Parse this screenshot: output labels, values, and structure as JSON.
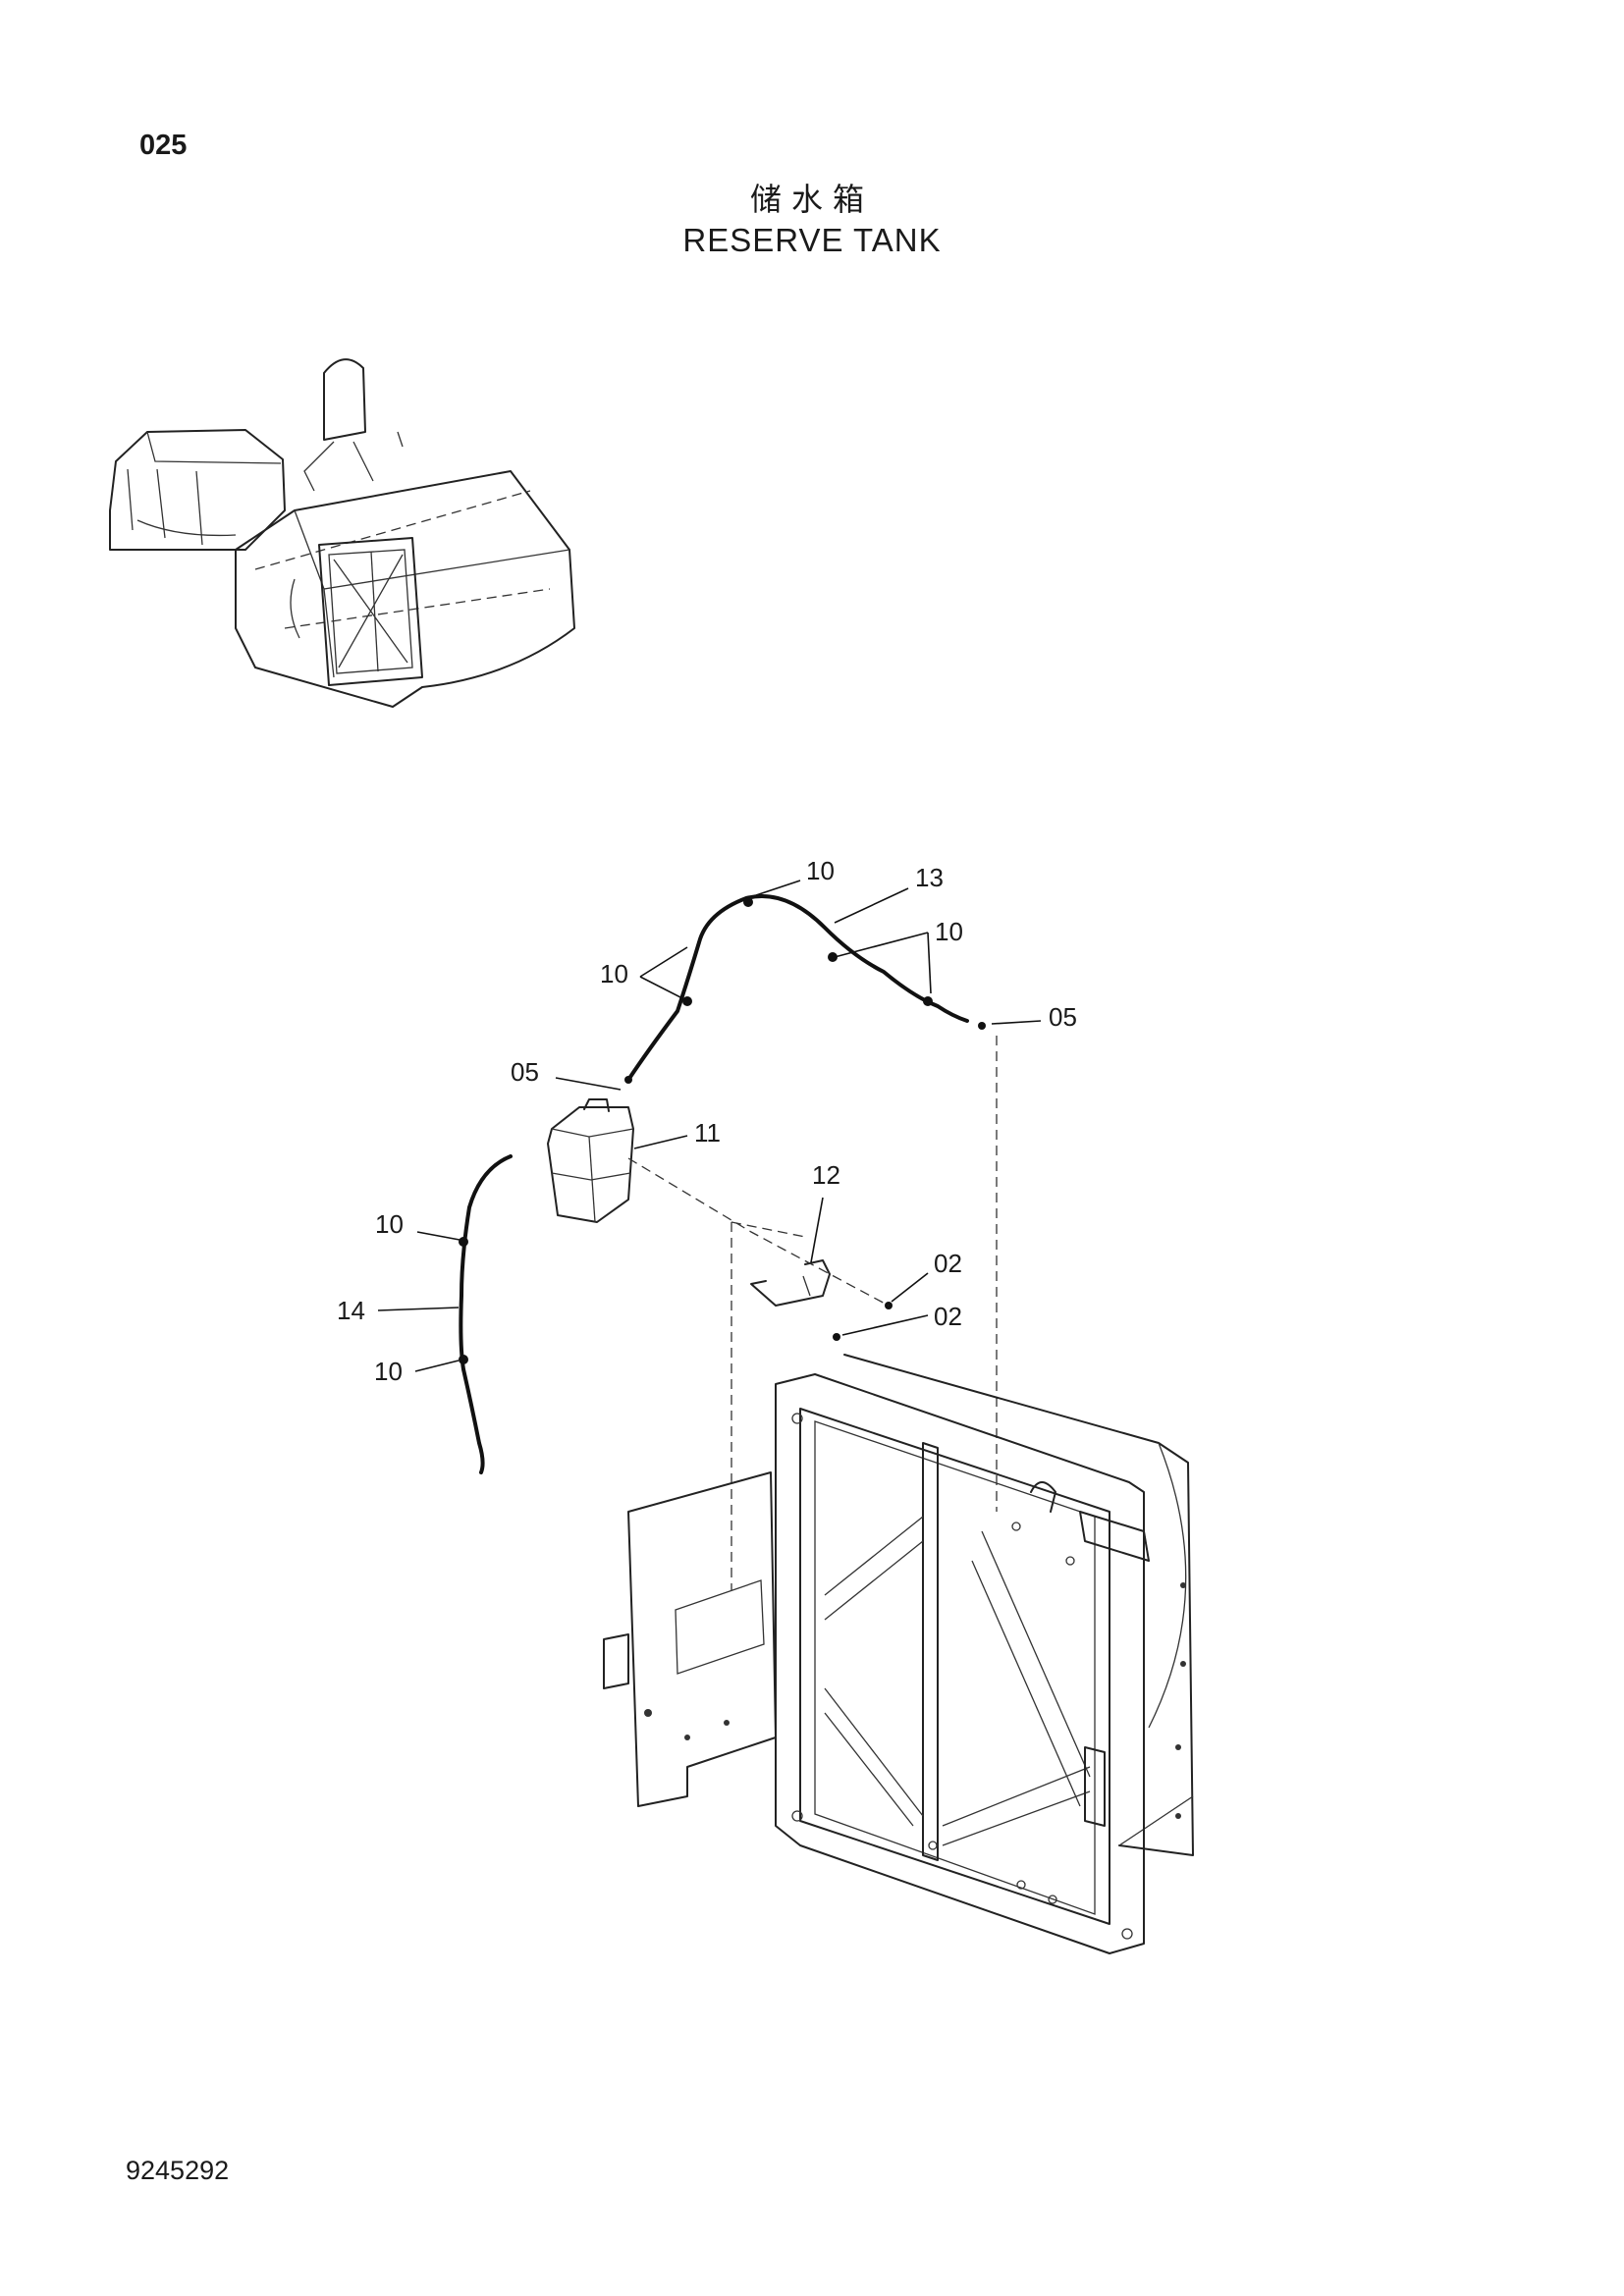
{
  "page_number": "025",
  "title_cn": "储水箱",
  "title_en": "RESERVE TANK",
  "doc_number": "9245292",
  "callouts": {
    "c10_top": "10",
    "c13": "13",
    "c10_right": "10",
    "c10_left": "10",
    "c05_right": "05",
    "c05_left": "05",
    "c11": "11",
    "c12": "12",
    "c02_upper": "02",
    "c02_lower": "02",
    "c10_hose_upper": "10",
    "c14": "14",
    "c10_hose_lower": "10"
  }
}
